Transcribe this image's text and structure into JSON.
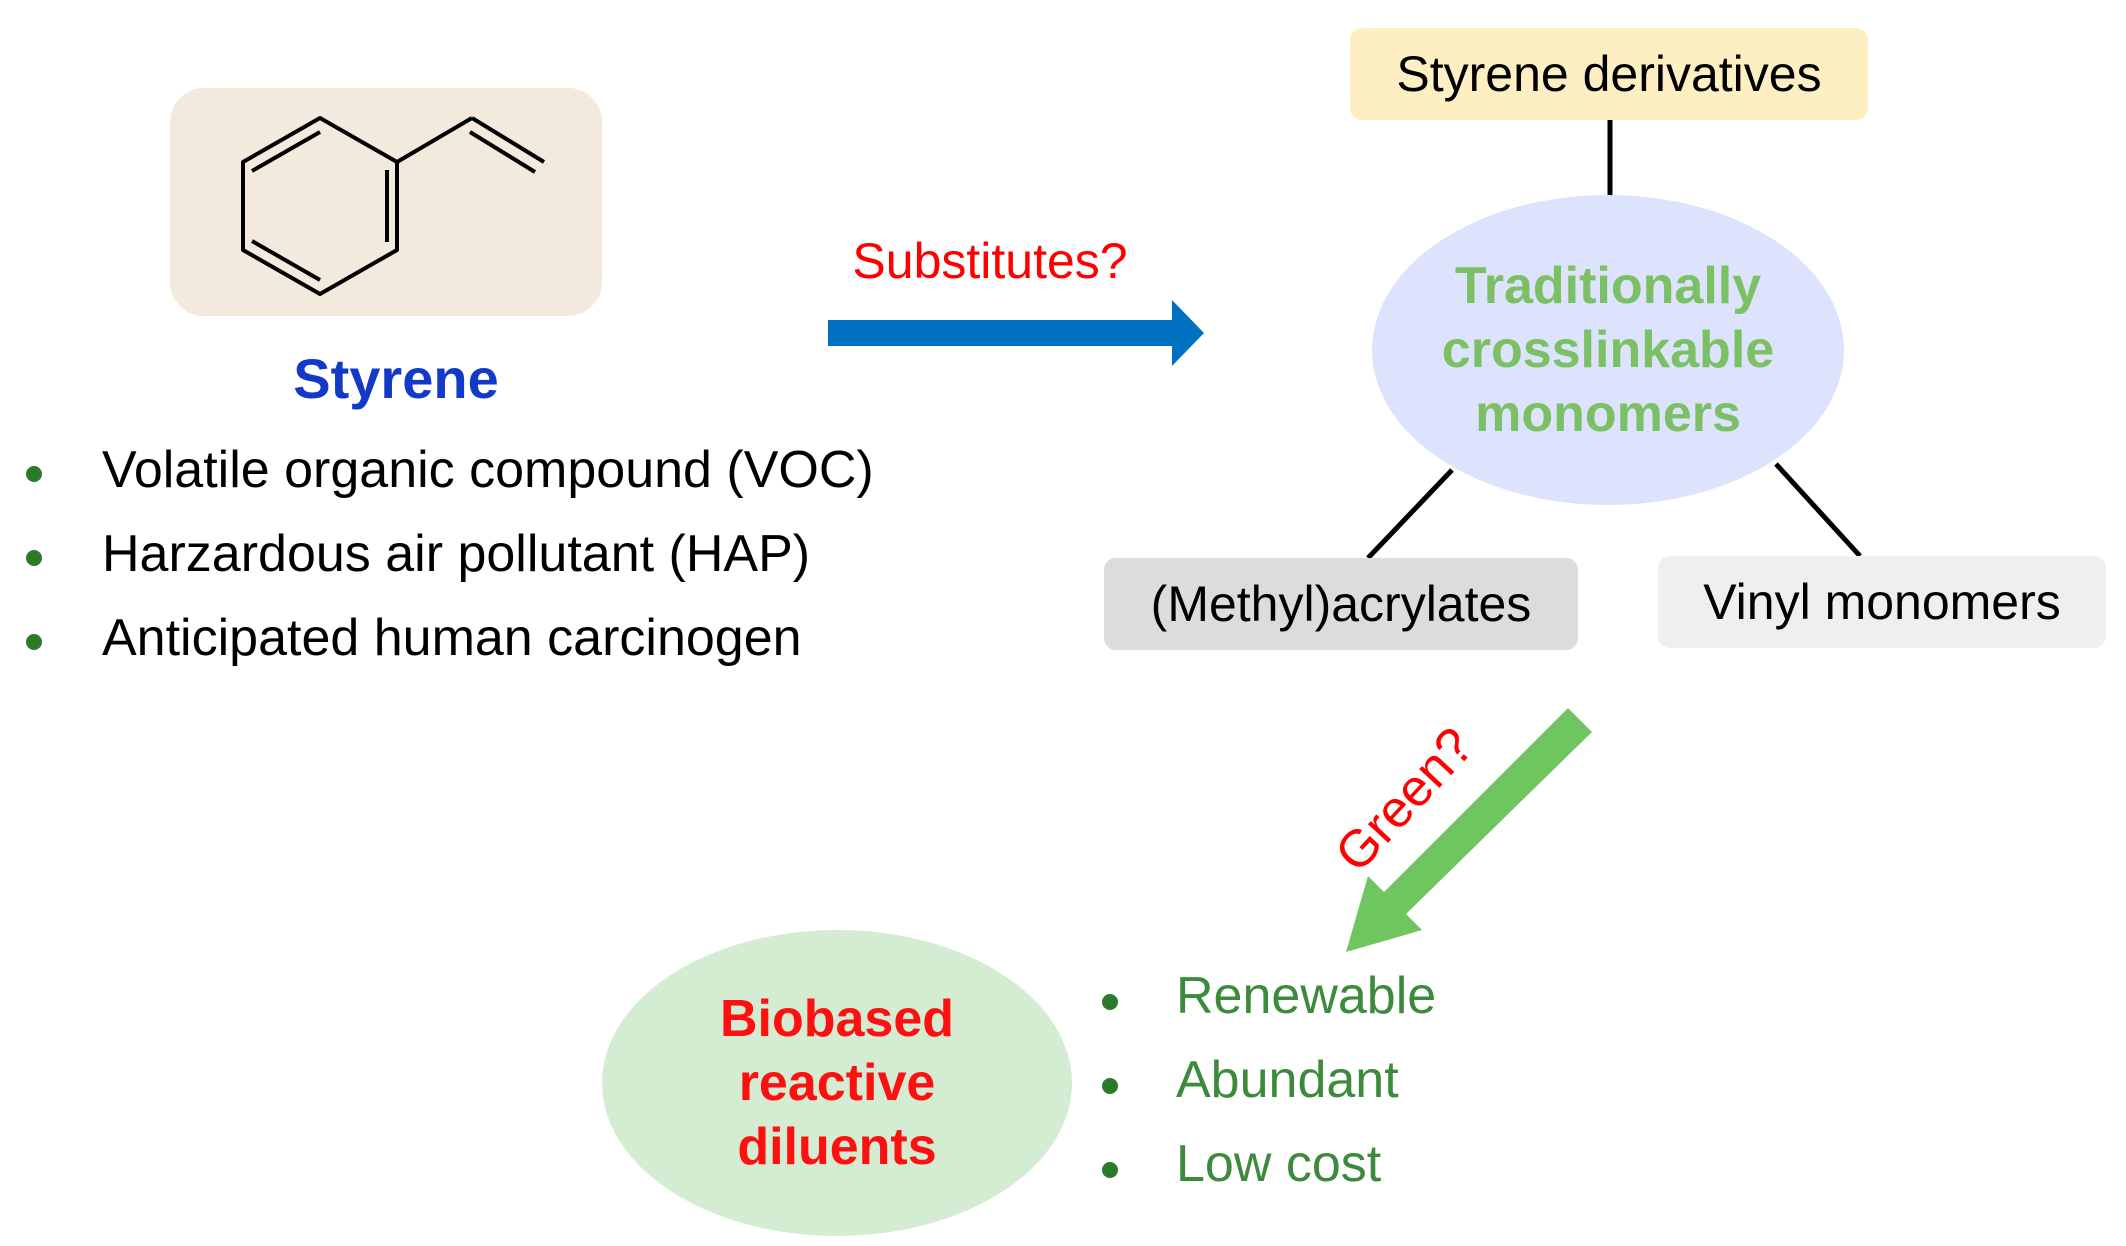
{
  "styrene": {
    "title": "Styrene",
    "molecule_icon": "styrene-structure-icon",
    "bullets": [
      "Volatile organic compound (VOC)",
      "Harzardous air pollutant (HAP)",
      "Anticipated human carcinogen"
    ]
  },
  "substitutes_label": "Substitutes?",
  "derivatives_label": "Styrene derivatives",
  "traditional_monomers": {
    "lines": [
      "Traditionally",
      "crosslinkable",
      "monomers"
    ]
  },
  "methyl_acrylates_label": "(Methyl)acrylates",
  "vinyl_monomers_label": "Vinyl monomers",
  "green_label": "Green?",
  "biobased": {
    "lines": [
      "Biobased",
      "reactive",
      "diluents"
    ]
  },
  "properties": [
    "Renewable",
    "Abundant",
    "Low cost"
  ],
  "colors": {
    "styrene_title": "#1339c9",
    "substitutes_arrow": "#0070c0",
    "green_arrow": "#70c65e",
    "question_text": "#ff0000",
    "bullet": "#2d7a2d",
    "traditional_text": "#7cc066",
    "biobased_text": "#ff1010"
  }
}
